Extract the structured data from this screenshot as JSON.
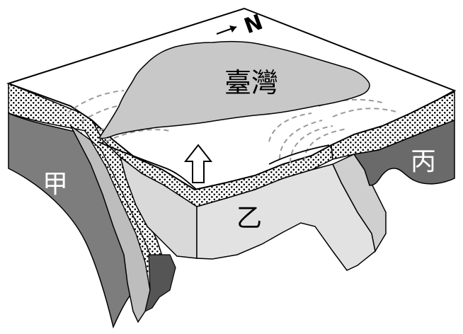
{
  "labels": {
    "island": "臺灣",
    "plate_left": "甲",
    "plate_middle": "乙",
    "plate_right": "丙",
    "north": "N"
  },
  "colors": {
    "surface": "#ffffff",
    "island": "#c8c8c8",
    "plate_left": "#7d7d7d",
    "plate_middle": "#e2e2e2",
    "plate_right": "#6a6a6a",
    "outline": "#000000",
    "contour": "#9a9a9a"
  },
  "icons": {
    "north_arrow": "north-arrow-icon",
    "uplift_arrow": "up-arrow-icon"
  }
}
